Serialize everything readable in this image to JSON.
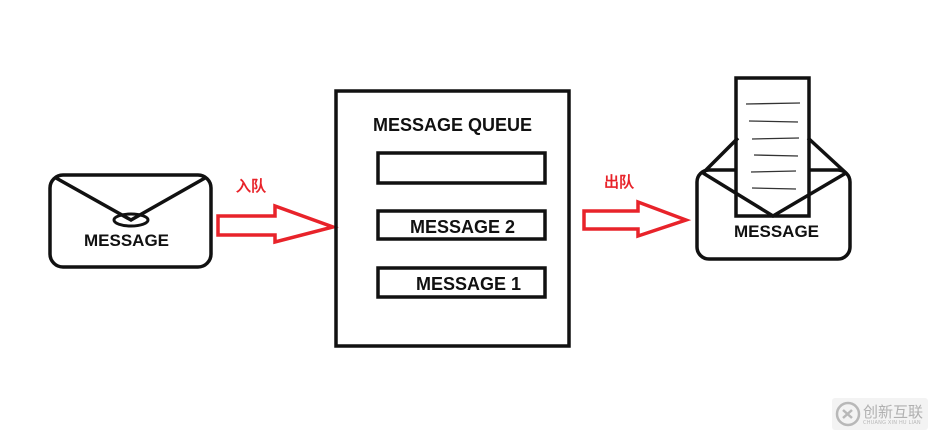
{
  "queue": {
    "title": "MESSAGE QUEUE",
    "slots": [
      "",
      "MESSAGE 2",
      "MESSAGE 1"
    ]
  },
  "producer": {
    "label": "MESSAGE"
  },
  "consumer": {
    "label": "MESSAGE"
  },
  "arrows": {
    "enqueue_label": "入队",
    "dequeue_label": "出队"
  },
  "watermark": {
    "text": "创新互联",
    "subtext": "CHUANG XIN HU LIAN"
  },
  "colors": {
    "stroke": "#111111",
    "arrow": "#e8232a",
    "background": "#ffffff"
  }
}
